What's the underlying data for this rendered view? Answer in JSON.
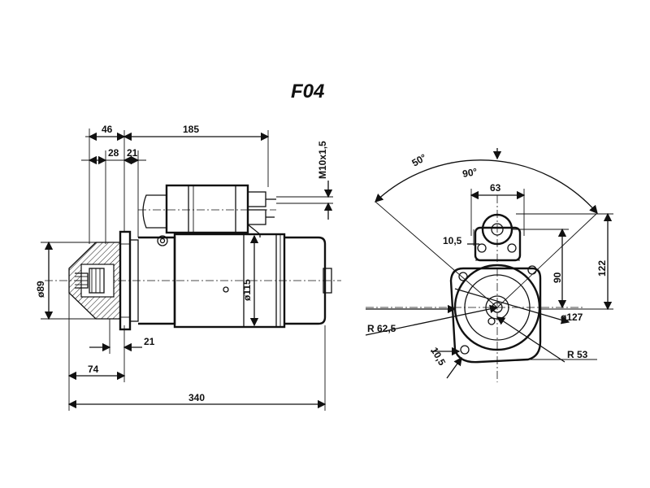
{
  "title": "F04",
  "side_view": {
    "dims": {
      "d46": "46",
      "d185": "185",
      "d28": "28",
      "d21_top": "21",
      "thread": "M10x1,5",
      "dia89": "ø89",
      "dia115": "ø115",
      "d21_bottom": "21",
      "d74": "74",
      "d340": "340"
    }
  },
  "end_view": {
    "dims": {
      "angle50": "50°",
      "angle90": "90°",
      "d63": "63",
      "d10_5_top": "10,5",
      "d90": "90",
      "d122": "122",
      "r62_5": "R 62,5",
      "dia127": "ø127",
      "d10_5_bottom": "10,5",
      "r53": "R 53"
    }
  }
}
